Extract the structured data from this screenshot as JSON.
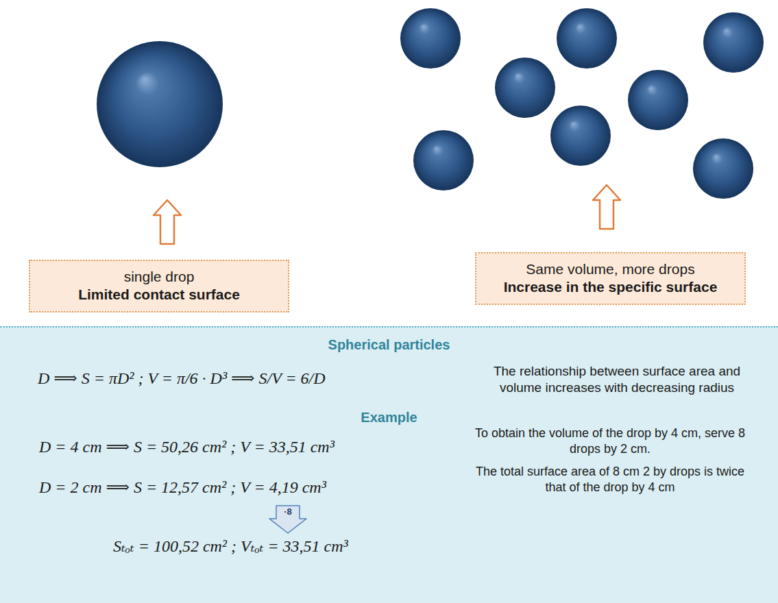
{
  "diagram": {
    "nodes": [
      {
        "text": [
          "single drop",
          "Limited contact surface"
        ]
      },
      {
        "text": [
          "Same volume, more drops",
          "Increase in the specific surface"
        ]
      },
      {
        "text": [
          "Spherical particles",
          "D ⟹ S = πD² ; V = π/6 · D³ ⟹ S/V = 6/D",
          "The relationship between surface area and volume increases with decreasing radius",
          "Example",
          "D = 4 cm ⟹ S = 50,26 cm² ; V = 33,51 cm³",
          "D = 2 cm ⟹ S = 12,57 cm² ; V = 4,19 cm³",
          "Sₜₒₜ = 100,52 cm² ; Vₜₒₜ = 33,51 cm³",
          "To obtain the volume of the drop by 4 cm, serve 8 drops by 2 cm.",
          "The total surface area of 8 cm 2 by drops is twice that of the drop by 4 cm"
        ]
      },
      {
        "text": [
          "·8"
        ],
        "in": 2
      }
    ]
  }
}
